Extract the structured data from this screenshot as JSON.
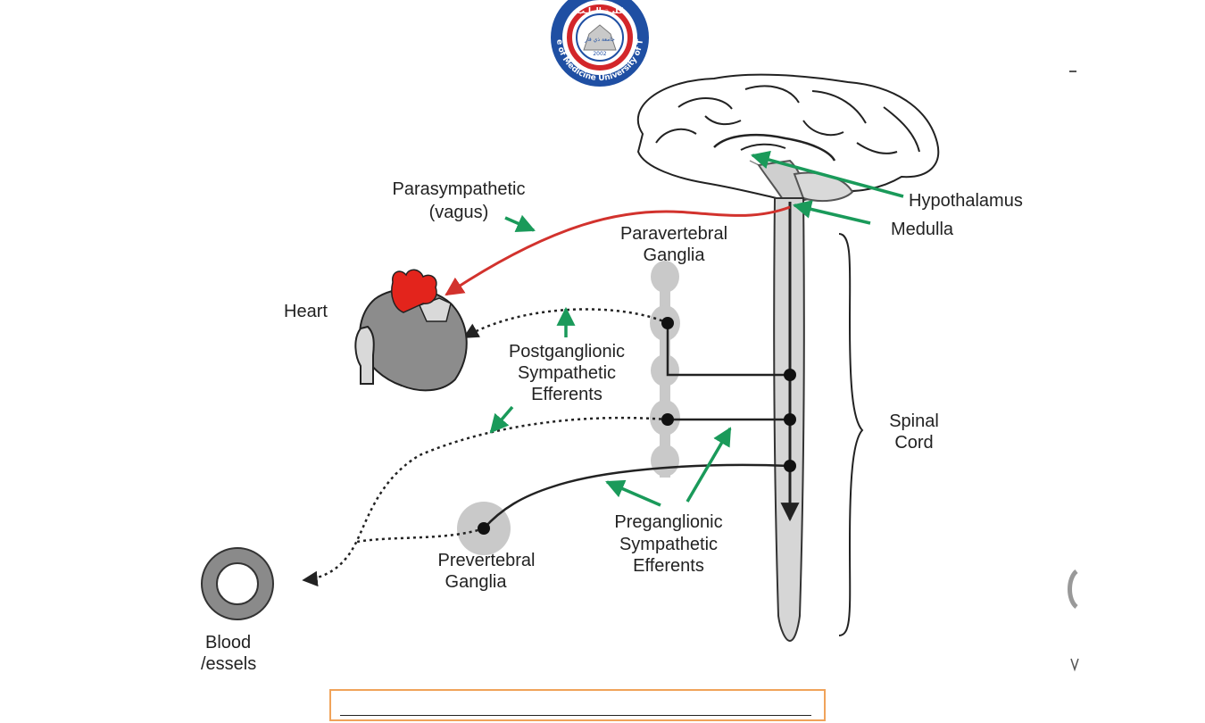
{
  "logo": {
    "arabic_title": "كليـة الطـب",
    "english_ring": "College of Medicine University of Thi-Qar",
    "inner_arabic": "جامعة ذي قار",
    "year": "2002"
  },
  "labels": {
    "parasympathetic_line1": "Parasympathetic",
    "parasympathetic_line2": "(vagus)",
    "hypothalamus": "Hypothalamus",
    "medulla": "Medulla",
    "paravertebral_line1": "Paravertebral",
    "paravertebral_line2": "Ganglia",
    "heart": "Heart",
    "postganglionic_line1": "Postganglionic",
    "postganglionic_line2": "Sympathetic",
    "postganglionic_line3": "Efferents",
    "spinal_line1": "Spinal",
    "spinal_line2": "Cord",
    "preganglionic_line1": "Preganglionic",
    "preganglionic_line2": "Sympathetic",
    "preganglionic_line3": "Efferents",
    "prevertebral_line1": "Prevertebral",
    "prevertebral_line2": "Ganglia",
    "blood_line1": "Blood",
    "blood_line2": "/essels"
  },
  "colors": {
    "parasympathetic": "#d2322d",
    "arrow": "#1a9a5a",
    "nerve": "#222222",
    "ganglion_fill": "#c8c8c8",
    "heart_gray": "#8a8a8a",
    "heart_red": "#e3241c",
    "caption_border": "#f0a35a",
    "logo_blue": "#1f4fa3",
    "logo_red": "#d3262a"
  }
}
